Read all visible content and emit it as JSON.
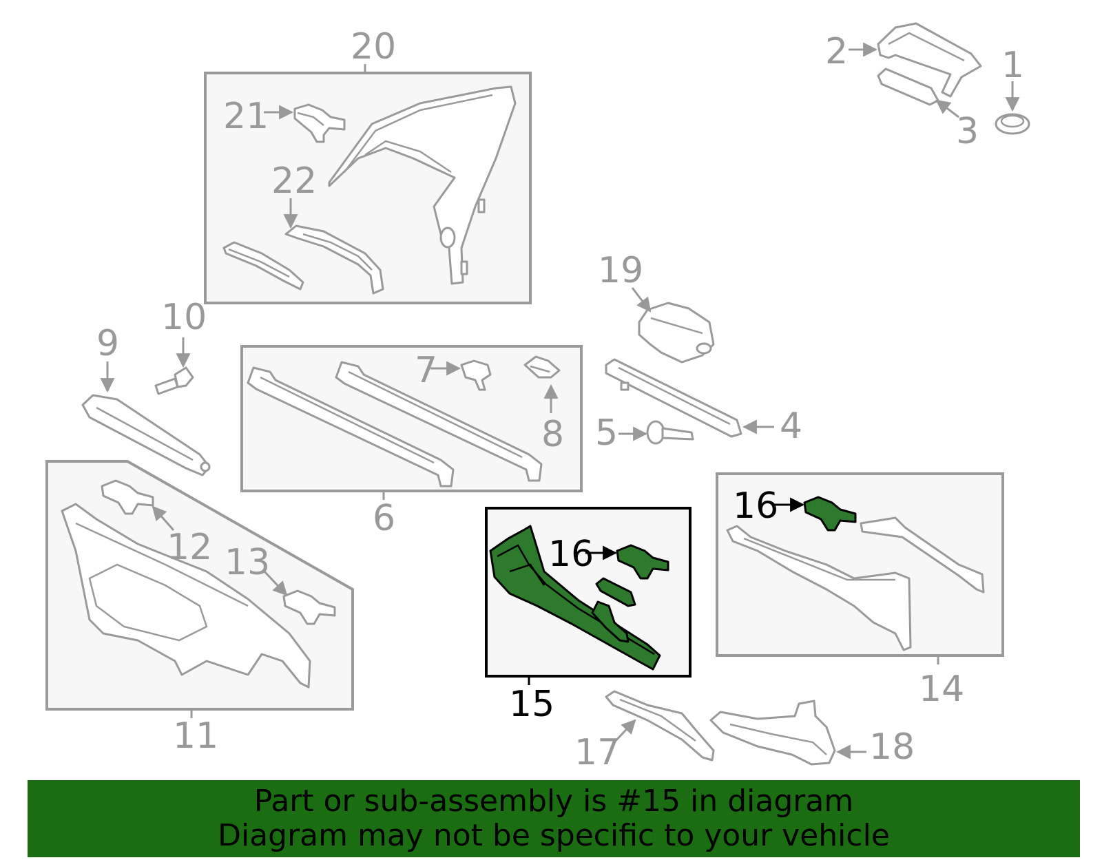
{
  "diagram": {
    "labels": {
      "c1": "1",
      "c2": "2",
      "c3": "3",
      "c4": "4",
      "c5": "5",
      "c6": "6",
      "c7": "7",
      "c8": "8",
      "c9": "9",
      "c10": "10",
      "c11": "11",
      "c12": "12",
      "c13": "13",
      "c14": "14",
      "c15": "15",
      "c16a": "16",
      "c16b": "16",
      "c17": "17",
      "c18": "18",
      "c19": "19",
      "c20": "20",
      "c21": "21",
      "c22": "22"
    },
    "highlighted_callout": "15",
    "colors": {
      "highlight": "#2d7a2d",
      "line": "#9a9a9a",
      "banner": "#1b6d12"
    }
  },
  "banner": {
    "line1": "Part or sub-assembly is #15 in diagram",
    "line2": "Diagram may not be specific to your vehicle"
  }
}
